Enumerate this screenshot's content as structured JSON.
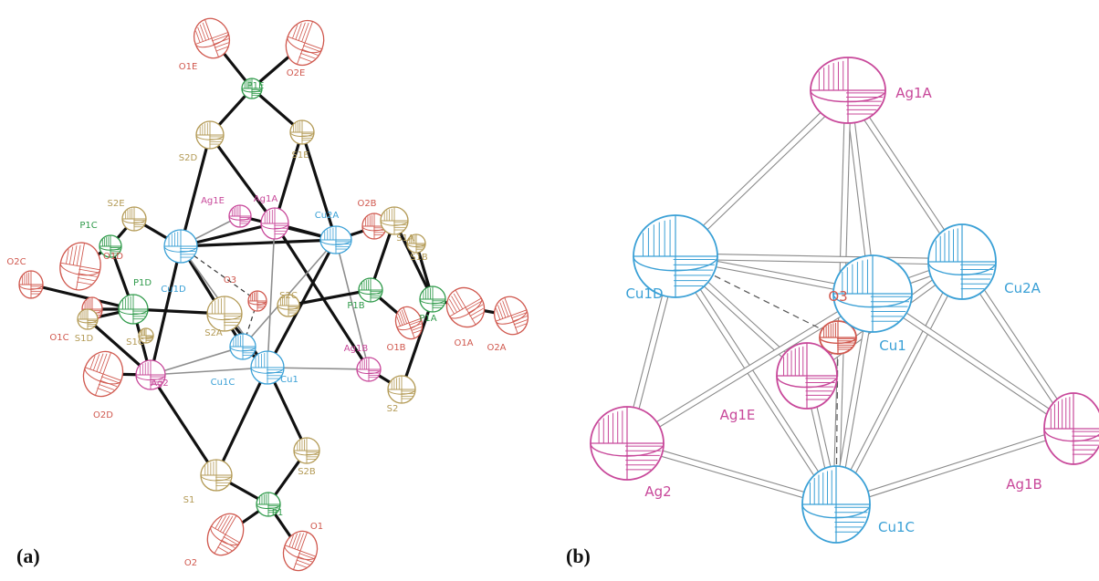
{
  "colors": {
    "Ag": "#c8489a",
    "Cu": "#3aa0d6",
    "S": "#b39a55",
    "P": "#2f9a4a",
    "O": "#d0584e"
  },
  "panel_a": {
    "label": "(a)",
    "atoms": [
      {
        "id": "O1E",
        "el": "O"
      },
      {
        "id": "O2E",
        "el": "O"
      },
      {
        "id": "P1E",
        "el": "P"
      },
      {
        "id": "S2D",
        "el": "S"
      },
      {
        "id": "S1E",
        "el": "S"
      },
      {
        "id": "S2E",
        "el": "S"
      },
      {
        "id": "P1C",
        "el": "P"
      },
      {
        "id": "Ag1E",
        "el": "Ag"
      },
      {
        "id": "Ag1A",
        "el": "Ag"
      },
      {
        "id": "Cu2A",
        "el": "Cu"
      },
      {
        "id": "O2B",
        "el": "O"
      },
      {
        "id": "S1A",
        "el": "S"
      },
      {
        "id": "S1B",
        "el": "S"
      },
      {
        "id": "O2C",
        "el": "O"
      },
      {
        "id": "O1D",
        "el": "O"
      },
      {
        "id": "P1D",
        "el": "P"
      },
      {
        "id": "Cu1D",
        "el": "Cu"
      },
      {
        "id": "S2C",
        "el": "S"
      },
      {
        "id": "O3",
        "el": "O"
      },
      {
        "id": "O1C",
        "el": "O"
      },
      {
        "id": "S1D",
        "el": "S"
      },
      {
        "id": "S1C",
        "el": "S"
      },
      {
        "id": "S2A",
        "el": "S"
      },
      {
        "id": "P1B",
        "el": "P"
      },
      {
        "id": "P1A",
        "el": "P"
      },
      {
        "id": "O1A",
        "el": "O"
      },
      {
        "id": "O2A",
        "el": "O"
      },
      {
        "id": "O1B",
        "el": "O"
      },
      {
        "id": "Ag1B",
        "el": "Ag"
      },
      {
        "id": "Ag2",
        "el": "Ag"
      },
      {
        "id": "Cu1C",
        "el": "Cu"
      },
      {
        "id": "Cu1",
        "el": "Cu"
      },
      {
        "id": "S2",
        "el": "S"
      },
      {
        "id": "O2D",
        "el": "O"
      },
      {
        "id": "S1",
        "el": "S"
      },
      {
        "id": "S2B",
        "el": "S"
      },
      {
        "id": "P1",
        "el": "P"
      },
      {
        "id": "O2",
        "el": "O"
      },
      {
        "id": "O1",
        "el": "O"
      }
    ]
  },
  "panel_b": {
    "label": "(b)",
    "atoms": [
      {
        "id": "Ag1A",
        "el": "Ag"
      },
      {
        "id": "Cu1D",
        "el": "Cu"
      },
      {
        "id": "Cu2A",
        "el": "Cu"
      },
      {
        "id": "O3",
        "el": "O"
      },
      {
        "id": "Cu1",
        "el": "Cu"
      },
      {
        "id": "Ag1E",
        "el": "Ag"
      },
      {
        "id": "Ag2",
        "el": "Ag"
      },
      {
        "id": "Cu1C",
        "el": "Cu"
      },
      {
        "id": "Ag1B",
        "el": "Ag"
      }
    ]
  }
}
